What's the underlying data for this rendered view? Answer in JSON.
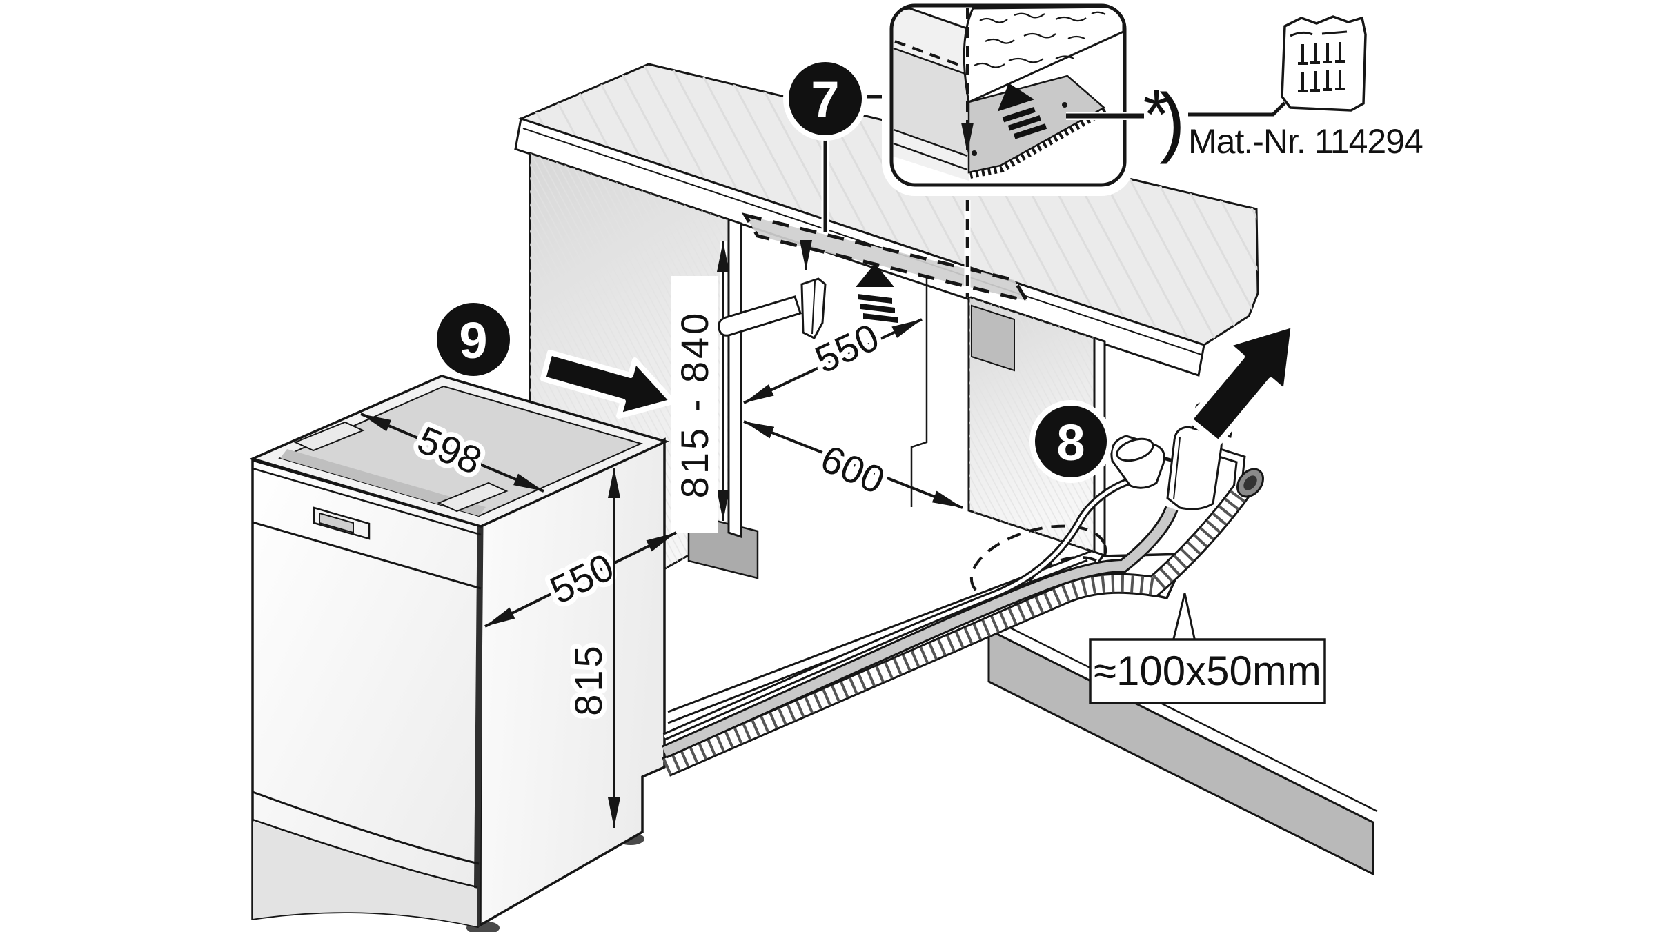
{
  "figure": {
    "title": "Built-under dishwasher installation diagram",
    "background": "#ffffff",
    "line_color": "#161616",
    "accent_black": "#111111",
    "panel_gray": "#e9e9e9",
    "strip_gray": "#cfcfcf",
    "plinth_gray": "#b9b9b9"
  },
  "steps": {
    "step7": "7",
    "step8": "8",
    "step9": "9"
  },
  "dimensions": {
    "niche_height_range": "815 - 840",
    "niche_depth": "550",
    "niche_width": "600",
    "appliance_top_width": "598",
    "appliance_depth": "550",
    "appliance_height": "815",
    "hose_cutout": "≈100x50mm"
  },
  "annotations": {
    "footnote_star": "*",
    "footnote_paren": ")",
    "material_number": "Mat.-Nr. 114294"
  },
  "icons": {
    "protective_strip_arrow": "stacked-arrow-up",
    "tap_direction": "dash-dot-arrow-down",
    "hammer": "hammer",
    "push_in_direction": "block-arrow-right",
    "countertop_lift": "block-arrow-up-right",
    "screw_packet": "bag-with-nails",
    "hoses": [
      "power-cord-plug",
      "water-inlet-valve",
      "corrugated-drain-hose"
    ]
  }
}
